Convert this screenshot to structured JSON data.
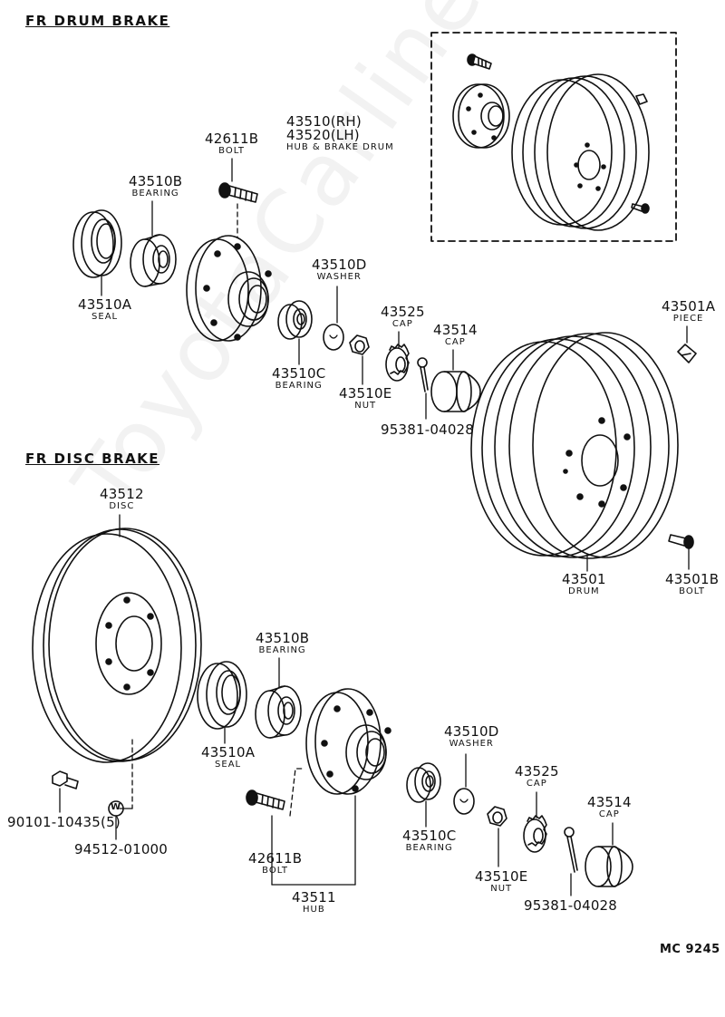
{
  "sections": {
    "drum_title": "FR DRUM BRAKE",
    "disc_title": "FR DISC BRAKE"
  },
  "diagram_code": "MC 9245",
  "watermark": "ToyotaCarline.ru",
  "labels": {
    "d_42611b": {
      "part": "42611B",
      "desc": "BOLT"
    },
    "d_43510": {
      "part": "43510(RH)",
      "part2": "43520(LH)",
      "desc": "HUB & BRAKE DRUM"
    },
    "d_43510b": {
      "part": "43510B",
      "desc": "BEARING"
    },
    "d_43510a": {
      "part": "43510A",
      "desc": "SEAL"
    },
    "d_43510d": {
      "part": "43510D",
      "desc": "WASHER"
    },
    "d_43525": {
      "part": "43525",
      "desc": "CAP"
    },
    "d_43514": {
      "part": "43514",
      "desc": "CAP"
    },
    "d_43501a": {
      "part": "43501A",
      "desc": "PIECE"
    },
    "d_43510c": {
      "part": "43510C",
      "desc": "BEARING"
    },
    "d_43510e": {
      "part": "43510E",
      "desc": "NUT"
    },
    "d_95381": {
      "part": "95381-04028"
    },
    "d_43501": {
      "part": "43501",
      "desc": "DRUM"
    },
    "d_43501b": {
      "part": "43501B",
      "desc": "BOLT"
    },
    "s_43512": {
      "part": "43512",
      "desc": "DISC"
    },
    "s_43510b": {
      "part": "43510B",
      "desc": "BEARING"
    },
    "s_43510a": {
      "part": "43510A",
      "desc": "SEAL"
    },
    "s_43510d": {
      "part": "43510D",
      "desc": "WASHER"
    },
    "s_43525": {
      "part": "43525",
      "desc": "CAP"
    },
    "s_43514": {
      "part": "43514",
      "desc": "CAP"
    },
    "s_90101": {
      "part": "90101-10435(5)"
    },
    "s_94512": {
      "part": "94512-01000"
    },
    "s_43510c": {
      "part": "43510C",
      "desc": "BEARING"
    },
    "s_42611b": {
      "part": "42611B",
      "desc": "BOLT"
    },
    "s_43510e": {
      "part": "43510E",
      "desc": "NUT"
    },
    "s_43511": {
      "part": "43511",
      "desc": "HUB"
    },
    "s_95381": {
      "part": "95381-04028"
    }
  },
  "washer_mark": "W"
}
